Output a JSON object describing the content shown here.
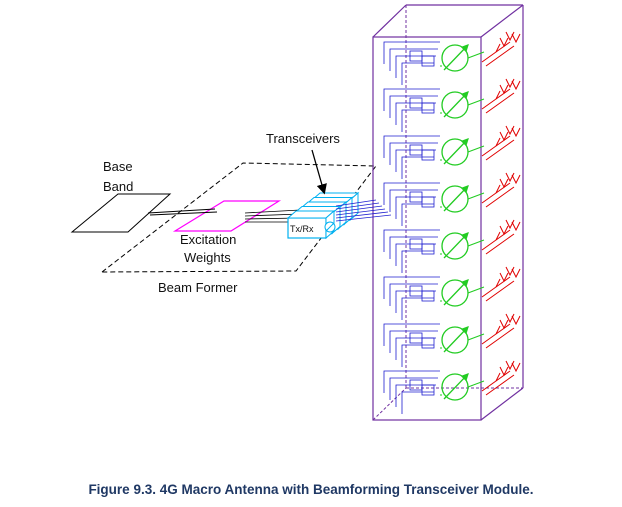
{
  "labels": {
    "baseband_line1": "Base",
    "baseband_line2": "Band",
    "transceivers": "Transceivers",
    "txrx": "Tx/Rx",
    "excitation_line1": "Excitation",
    "excitation_line2": "Weights",
    "beam_former": "Beam Former"
  },
  "caption": "Figure 9.3. 4G Macro Antenna with Beamforming Transceiver Module.",
  "colors": {
    "enclosure": "#7030a0",
    "wiring": "#1f1fd0",
    "phase_shifter": "#22cc22",
    "antenna": "#e00000",
    "weights_plane": "#ff00ff",
    "transceiver": "#00b0f0",
    "caption": "#1f3864"
  },
  "element_count": 8
}
